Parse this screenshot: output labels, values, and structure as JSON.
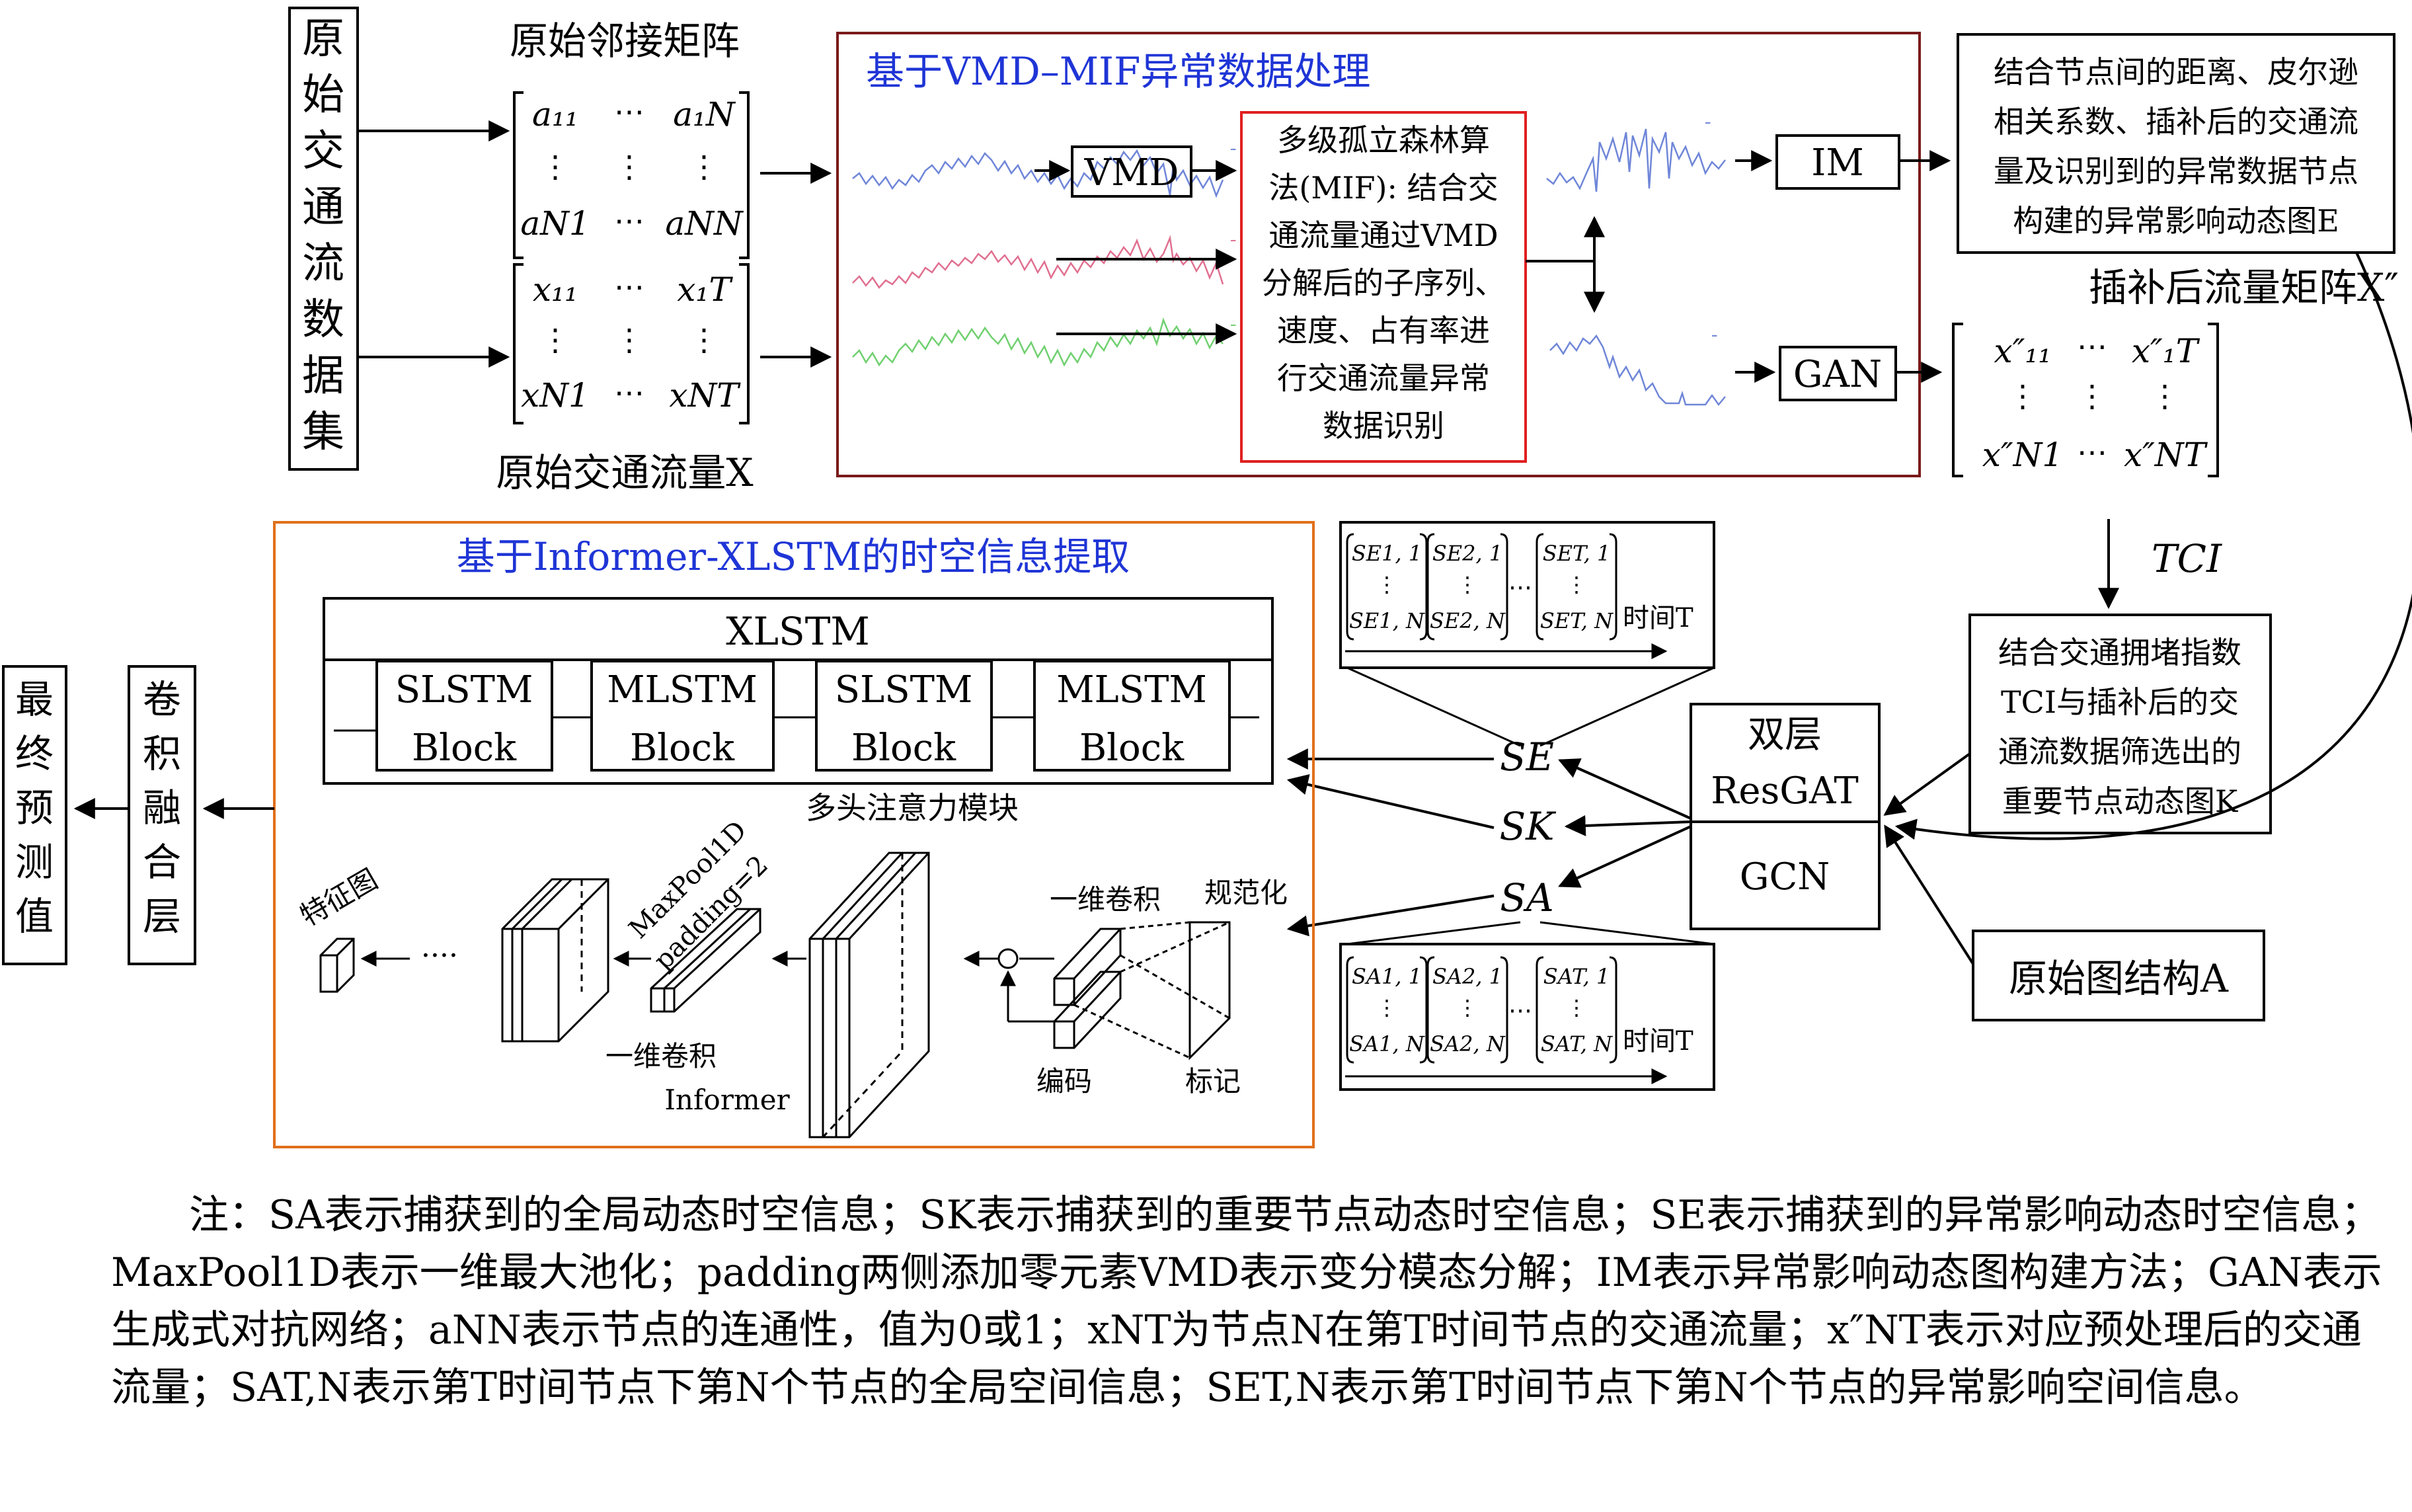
{
  "dataset_box": {
    "chars": [
      "原",
      "始",
      "交",
      "通",
      "流",
      "数",
      "据",
      "集"
    ]
  },
  "adjacency": {
    "title": "原始邻接矩阵",
    "rows": [
      [
        "a₁₁",
        "⋯",
        "a₁N"
      ],
      [
        "⋮",
        "⋮",
        "⋮"
      ],
      [
        "aN1",
        "⋯",
        "aNN"
      ]
    ]
  },
  "flow": {
    "title": "原始交通流量X",
    "rows": [
      [
        "x₁₁",
        "⋯",
        "x₁T"
      ],
      [
        "⋮",
        "⋮",
        "⋮"
      ],
      [
        "xN1",
        "⋯",
        "xNT"
      ]
    ]
  },
  "vmd_section": {
    "title": "基于VMD–MIF异常数据处理",
    "vmd_label": "VMD",
    "mif_lines": [
      "多级孤立森林算",
      "法(MIF): 结合交",
      "通流量通过VMD",
      "分解后的子序列、",
      "速度、占有率进",
      "行交通流量异常",
      "数据识别"
    ],
    "im_label": "IM",
    "gan_label": "GAN"
  },
  "im_desc": {
    "lines": [
      "结合节点间的距离、皮尔逊",
      "相关系数、插补后的交通流",
      "量及识别到的异常数据节点",
      "构建的异常影响动态图E"
    ]
  },
  "imputed": {
    "title": "插补后流量矩阵X″",
    "rows": [
      [
        "x″₁₁",
        "⋯",
        "x″₁T"
      ],
      [
        "⋮",
        "⋮",
        "⋮"
      ],
      [
        "x″N1",
        "⋯",
        "x″NT"
      ]
    ]
  },
  "tci_label": "TCI",
  "tci_desc": {
    "lines": [
      "结合交通拥堵指数",
      "TCI与插补后的交",
      "通流数据筛选出的",
      "重要节点动态图K"
    ]
  },
  "resgat": {
    "top_line1": "双层",
    "top_line2": "ResGAT",
    "bottom": "GCN"
  },
  "original_graph": "原始图结构A",
  "se_panel": {
    "cells": [
      [
        "SE1, 1",
        "SE1, N"
      ],
      [
        "SE2, 1",
        "SE2, N"
      ],
      [
        "SET, 1",
        "SET, N"
      ]
    ],
    "dots": "⋯",
    "time_label": "时间T"
  },
  "sa_panel": {
    "cells": [
      [
        "SA1, 1",
        "SA1, N"
      ],
      [
        "SA2, 1",
        "SA2, N"
      ],
      [
        "SAT, 1",
        "SAT, N"
      ]
    ],
    "dots": "⋯",
    "time_label": "时间T"
  },
  "signals": {
    "se": "SE",
    "sk": "SK",
    "sa": "SA"
  },
  "informer_section": {
    "title": "基于Informer-XLSTM的时空信息提取",
    "xlstm_label": "XLSTM",
    "blocks": [
      [
        "SLSTM",
        "Block"
      ],
      [
        "MLSTM",
        "Block"
      ],
      [
        "SLSTM",
        "Block"
      ],
      [
        "MLSTM",
        "Block"
      ]
    ],
    "attention_label": "多头注意力模块",
    "conv_label": "一维卷积",
    "norm_label": "规范化",
    "encode_label": "编码",
    "mark_label": "标记",
    "maxpool_label": "MaxPool1D",
    "padding_label": "padding=2",
    "conv2_label": "一维卷积",
    "informer_label": "Informer",
    "feature_label": "特征图",
    "ellipsis": "····"
  },
  "conv_fusion": {
    "chars": [
      "卷",
      "积",
      "融",
      "合",
      "层"
    ]
  },
  "final_pred": {
    "chars": [
      "最",
      "终",
      "预",
      "测",
      "值"
    ]
  },
  "note": {
    "text": "注：SA表示捕获到的全局动态时空信息；SK表示捕获到的重要节点动态时空信息；SE表示捕获到的异常影响动态时空信息；MaxPool1D表示一维最大池化；padding两侧添加零元素VMD表示变分模态分解；IM表示异常影响动态图构建方法；GAN表示生成式对抗网络；aNN表示节点的连通性，值为0或1；xNT为节点N在第T时间节点的交通流量；x″NT表示对应预处理后的交通流量；SAT,N表示第T时间节点下第N个节点的全局空间信息；SET,N表示第T时间节点下第N个节点的异常影响空间信息。"
  },
  "colors": {
    "blue_title": "#1f35d6",
    "red_box": "#e02020",
    "dark_red_box": "#7a1a1a",
    "orange_box": "#e0701a",
    "series_blue": "#6f86d8",
    "series_pink": "#e07090",
    "series_green": "#70d070"
  }
}
